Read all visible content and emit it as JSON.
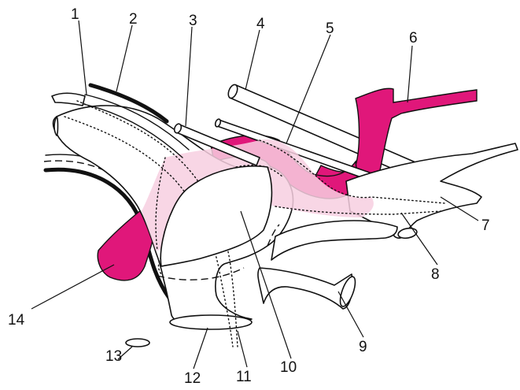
{
  "figure": {
    "colors": {
      "magenta": "#e0177a",
      "pink": "#f7cfe0",
      "line": "#111111",
      "background": "#ffffff"
    },
    "labels": [
      "1",
      "2",
      "3",
      "4",
      "5",
      "6",
      "7",
      "8",
      "9",
      "10",
      "11",
      "12",
      "13",
      "14"
    ]
  }
}
